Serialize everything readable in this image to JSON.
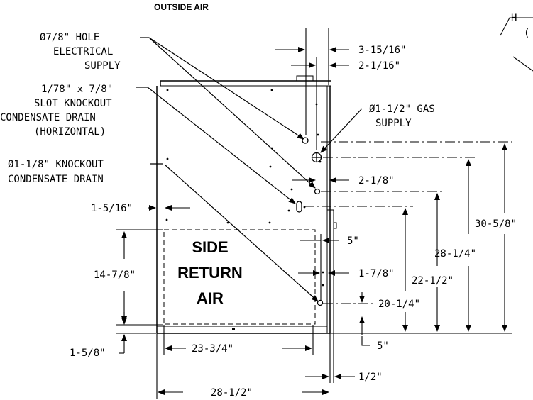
{
  "labels": {
    "outside_air": "OUTSIDE AIR",
    "electrical_1": "Ø7/8\" HOLE",
    "electrical_2": "ELECTRICAL",
    "electrical_3": "SUPPLY",
    "slot_1": "1/78\" x 7/8\"",
    "slot_2": "SLOT KNOCKOUT",
    "slot_3": "CONDENSATE DRAIN",
    "slot_4": "(HORIZONTAL)",
    "ko_1": "Ø1-1/8\" KNOCKOUT",
    "ko_2": "CONDENSATE DRAIN",
    "gas_1": "Ø1-1/2\" GAS",
    "gas_2": "SUPPLY",
    "side_1": "SIDE",
    "side_2": "RETURN",
    "side_3": "AIR",
    "corner_h": "H",
    "corner_p": "("
  },
  "dimensions": {
    "d_3_15_16": "3-15/16\"",
    "d_2_1_16": "2-1/16\"",
    "d_2_1_8": "2-1/8\"",
    "d_1_5_16": "1-5/16\"",
    "d_5_top": "5\"",
    "d_14_7_8": "14-7/8\"",
    "d_1_7_8": "1-7/8\"",
    "d_20_1_4": "20-1/4\"",
    "d_22_1_2": "22-1/2\"",
    "d_28_1_4": "28-1/4\"",
    "d_30_5_8": "30-5/8\"",
    "d_5_bottom": "5\"",
    "d_1_5_8": "1-5/8\"",
    "d_23_3_4": "23-3/4\"",
    "d_1_2": "1/2\"",
    "d_28_1_2": "28-1/2\""
  }
}
